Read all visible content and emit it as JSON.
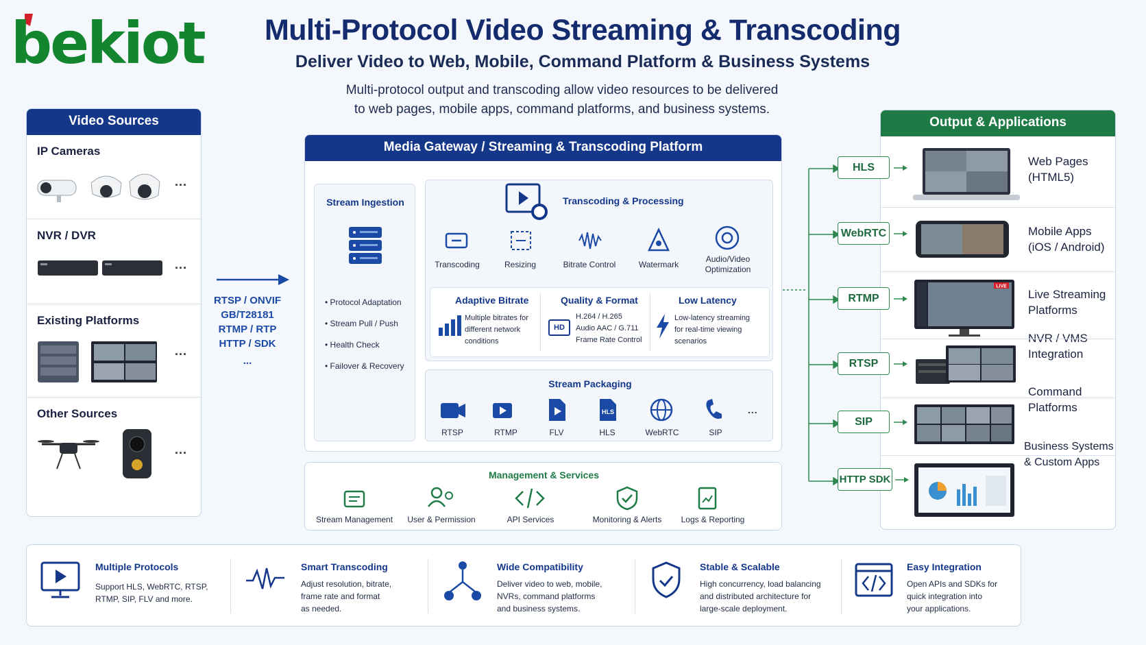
{
  "logo": {
    "text": "bekiot"
  },
  "header": {
    "title": "Multi-Protocol Video Streaming & Transcoding",
    "subtitle": "Deliver Video to Web, Mobile, Command Platform & Business Systems",
    "desc_line1": "Multi-protocol output and transcoding allow video resources to be delivered",
    "desc_line2": "to web pages, mobile apps, command platforms, and business systems."
  },
  "sources": {
    "title": "Video Sources",
    "items": [
      {
        "label": "IP Cameras"
      },
      {
        "label": "NVR / DVR"
      },
      {
        "label": "Existing Platforms"
      },
      {
        "label": "Other Sources"
      }
    ],
    "more": "..."
  },
  "input_protocols": [
    "RTSP / ONVIF",
    "GB/T28181",
    "RTMP / RTP",
    "HTTP / SDK",
    "..."
  ],
  "gateway": {
    "title": "Media Gateway / Streaming & Transcoding Platform",
    "ingestion": {
      "title": "Stream Ingestion",
      "bullets": [
        "• Protocol Adaptation",
        "• Stream Pull / Push",
        "• Health Check",
        "• Failover & Recovery"
      ]
    },
    "transcoding": {
      "title": "Transcoding & Processing",
      "items": [
        "Transcoding",
        "Resizing",
        "Bitrate Control",
        "Watermark",
        "Audio/Video",
        "Optimization"
      ]
    },
    "adaptive": {
      "title": "Adaptive Bitrate",
      "desc": [
        "Multiple bitrates for",
        "different network",
        "conditions"
      ]
    },
    "quality": {
      "title": "Quality & Format",
      "badge": "HD",
      "desc": [
        "H.264 / H.265",
        "Audio AAC / G.711",
        "Frame Rate Control"
      ]
    },
    "latency": {
      "title": "Low Latency",
      "desc": [
        "Low-latency streaming",
        "for real-time viewing",
        "scenarios"
      ]
    },
    "packaging": {
      "title": "Stream Packaging",
      "items": [
        "RTSP",
        "RTMP",
        "FLV",
        "HLS",
        "WebRTC",
        "SIP"
      ],
      "more": "...",
      "hls_badge": "HLS"
    }
  },
  "management": {
    "title": "Management & Services",
    "items": [
      "Stream Management",
      "User & Permission",
      "API Services",
      "Monitoring & Alerts",
      "Logs & Reporting"
    ]
  },
  "outputs": {
    "title": "Output & Applications",
    "rows": [
      {
        "protocol": "HLS",
        "line1": "Web Pages",
        "line2": "(HTML5)"
      },
      {
        "protocol": "WebRTC",
        "line1": "Mobile Apps",
        "line2": "(iOS / Android)"
      },
      {
        "protocol": "RTMP",
        "line1": "Live Streaming",
        "line2": "Platforms"
      },
      {
        "protocol": "RTSP",
        "line1": "NVR / VMS",
        "line2": "Integration"
      },
      {
        "protocol": "SIP",
        "line1": "Command",
        "line2": "Platforms"
      },
      {
        "protocol": "HTTP SDK",
        "line1": "Business Systems",
        "line2": "& Custom Apps"
      }
    ],
    "live_badge": "LIVE"
  },
  "features": [
    {
      "title": "Multiple Protocols",
      "desc": [
        "Support HLS, WebRTC, RTSP,",
        "RTMP, SIP, FLV and more."
      ]
    },
    {
      "title": "Smart Transcoding",
      "desc": [
        "Adjust resolution, bitrate,",
        "frame rate and format",
        "as needed."
      ]
    },
    {
      "title": "Wide Compatibility",
      "desc": [
        "Deliver video to web, mobile,",
        "NVRs, command platforms",
        "and business systems."
      ]
    },
    {
      "title": "Stable & Scalable",
      "desc": [
        "High concurrency, load balancing",
        "and distributed architecture for",
        "large-scale deployment."
      ]
    },
    {
      "title": "Easy Integration",
      "desc": [
        "Open APIs and SDKs for",
        "quick integration into",
        "your applications."
      ]
    }
  ],
  "colors": {
    "navy": "#14378a",
    "green": "#1e7b46",
    "logo_green": "#13852f",
    "logo_red": "#d4202a"
  }
}
